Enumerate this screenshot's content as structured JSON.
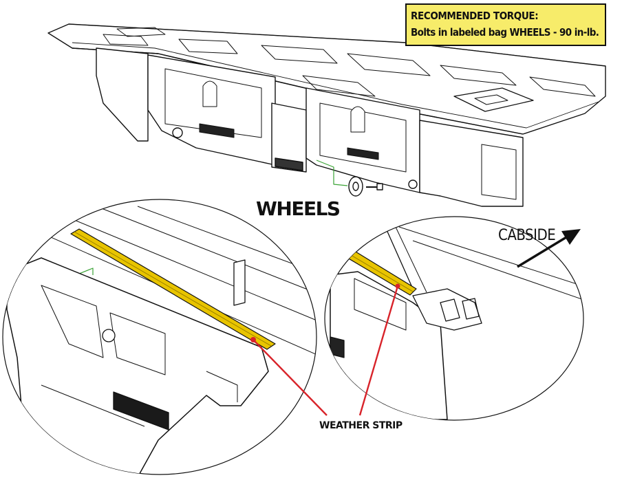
{
  "callout": {
    "title": "RECOMMENDED TORQUE:",
    "text": "Bolts in labeled bag WHEELS - 90 in-lb."
  },
  "section_title": "WHEELS",
  "direction_label": "CABSIDE",
  "part_label": "WEATHER STRIP",
  "colors": {
    "callout_fill": "#f7ec6a",
    "weather_strip": "#e8c400",
    "leader_line": "#d8232a",
    "green_guide": "#3aa335"
  }
}
